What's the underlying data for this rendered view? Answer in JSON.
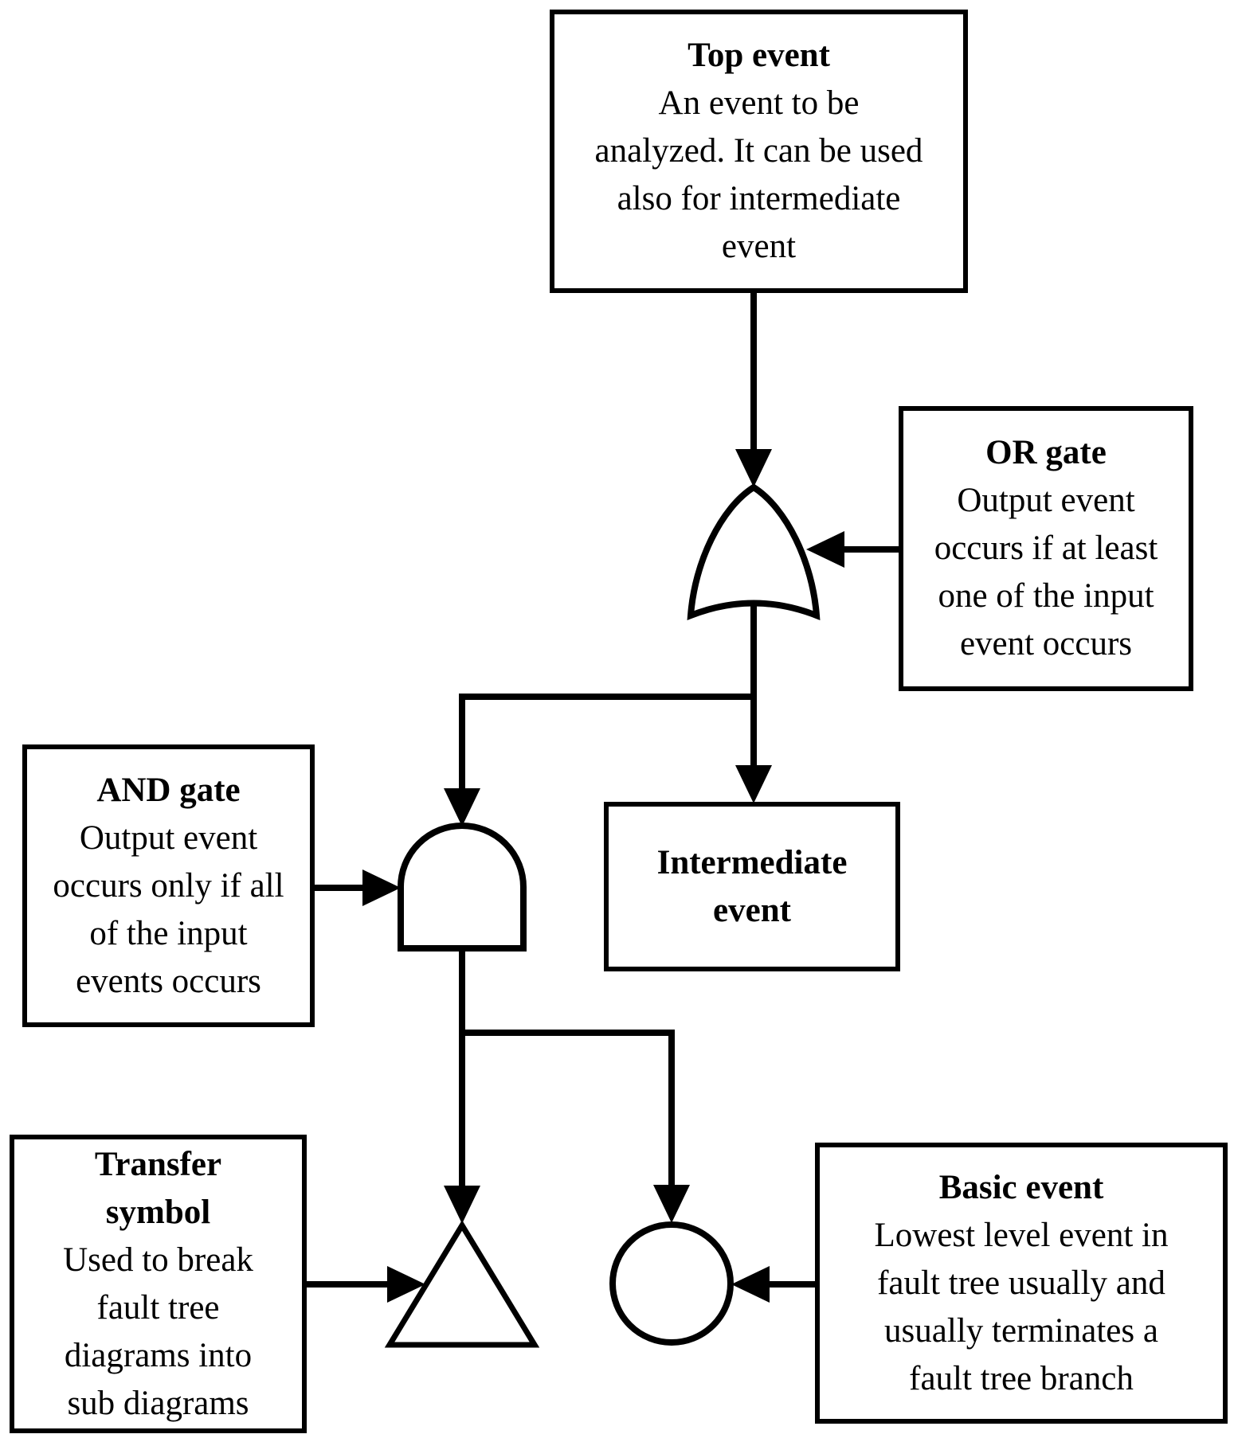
{
  "colors": {
    "line": "#000000",
    "background": "#ffffff"
  },
  "nodes": {
    "top_event": {
      "title": "Top event",
      "body": "An event to be\nanalyzed. It can be used\nalso for intermediate\nevent"
    },
    "or_gate": {
      "title": "OR gate",
      "body": "Output event\noccurs if at least\none of the input\nevent occurs"
    },
    "and_gate": {
      "title": "AND gate",
      "body": "Output event\noccurs only if all\nof the input\nevents occurs"
    },
    "intermediate_event": {
      "title": "Intermediate\nevent"
    },
    "transfer_symbol": {
      "title": "Transfer\nsymbol",
      "body": "Used to break\nfault tree\ndiagrams into\nsub diagrams"
    },
    "basic_event": {
      "title": "Basic event",
      "body": "Lowest level event in\nfault tree usually and\nusually terminates a\nfault tree branch"
    }
  },
  "symbols": {
    "or_gate": "or-gate-symbol",
    "and_gate": "and-gate-symbol",
    "transfer": "transfer-triangle-symbol",
    "basic_event": "basic-event-circle-symbol"
  }
}
